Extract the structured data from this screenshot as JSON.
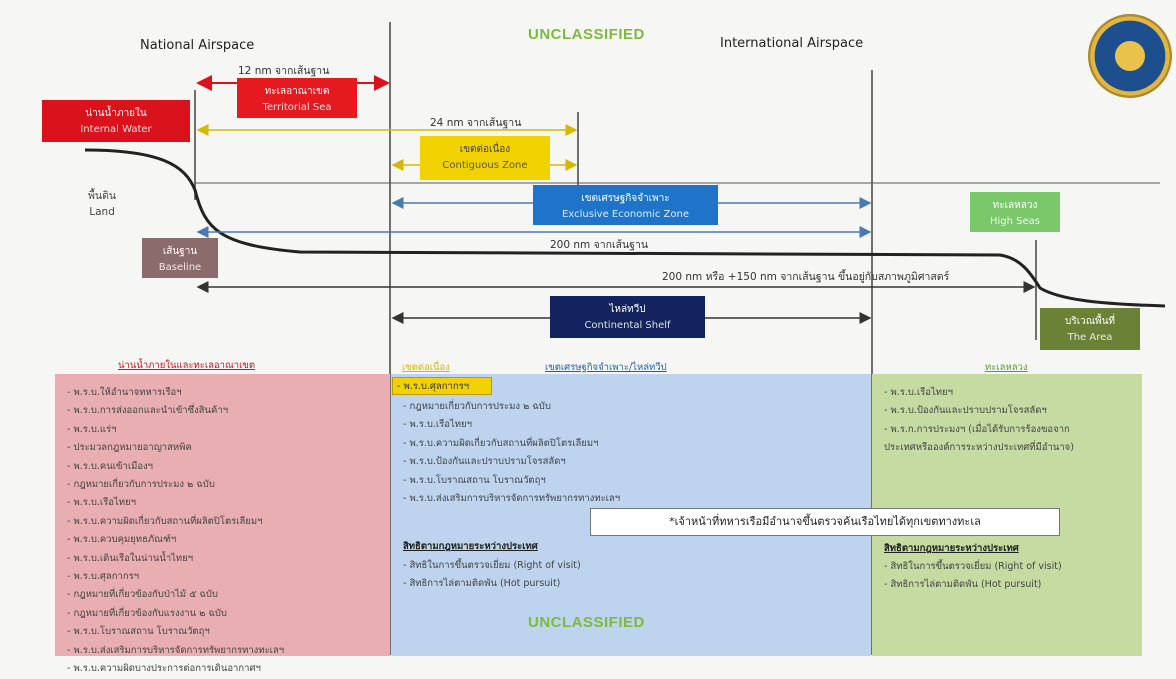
{
  "header": {
    "national": "National Airspace",
    "international": "International Airspace",
    "classification_top": "UNCLASSIFIED",
    "classification_bottom": "UNCLASSIFIED"
  },
  "measures": {
    "nm12": "12 nm จากเส้นฐาน",
    "nm24": "24 nm จากเส้นฐาน",
    "nm200": "200 nm จากเส้นฐาน",
    "nm350": "200 nm หรือ +150 nm จากเส้นฐาน ขึ้นอยู่กับสภาพภูมิศาสตร์"
  },
  "zones": {
    "internal_water": {
      "th": "น่านน้ำภายใน",
      "en": "Internal Water"
    },
    "territorial_sea": {
      "th": "ทะเลอาณาเขต",
      "en": "Territorial Sea"
    },
    "contiguous": {
      "th": "เขตต่อเนื่อง",
      "en": "Contiguous Zone"
    },
    "eez": {
      "th": "เขตเศรษฐกิจจำเพาะ",
      "en": "Exclusive Economic Zone"
    },
    "high_seas": {
      "th": "ทะเลหลวง",
      "en": "High Seas"
    },
    "baseline": {
      "th": "เส้นฐาน",
      "en": "Baseline"
    },
    "shelf": {
      "th": "ไหล่ทวีป",
      "en": "Continental Shelf"
    },
    "area": {
      "th": "บริเวณพื้นที่",
      "en": "The Area"
    },
    "land": {
      "th": "พื้นดิน",
      "en": "Land"
    }
  },
  "panels": {
    "internal": {
      "heading": "น่านน้ำภายในและทะเลอาณาเขต",
      "items": [
        "- พ.ร.บ.ให้อำนาจทหารเรือฯ",
        "- พ.ร.บ.การส่งออกและนำเข้าซึ่งสินค้าฯ",
        "- พ.ร.บ.แร่ฯ",
        "- ประมวลกฎหมายอาญาสหพิค",
        "- พ.ร.บ.คนเข้าเมืองฯ",
        "- กฎหมายเกี่ยวกับการประมง ๒ ฉบับ",
        "- พ.ร.บ.เรือไทยฯ",
        "- พ.ร.บ.ความผิดเกี่ยวกับสถานที่ผลิตปิโตรเลียมฯ",
        "- พ.ร.บ.ควบคุมยุทธภัณฑ์ฯ",
        "- พ.ร.บ.เดินเรือในน่านน้ำไทยฯ",
        "- พ.ร.บ.ศุลกากรฯ",
        "- กฎหมายที่เกี่ยวข้องกับป่าไม้ ๕ ฉบับ",
        "- กฎหมายที่เกี่ยวข้องกับแรงงาน ๒ ฉบับ",
        "- พ.ร.บ.โบราณสถาน โบราณวัตถุฯ",
        "- พ.ร.บ.ส่งเสริมการบริหารจัดการทรัพยากรทางทะเลฯ",
        "- พ.ร.บ.ความผิดบางประการต่อการเดินอากาศฯ"
      ]
    },
    "contiguous_heading": "เขตต่อเนื่อง",
    "eez_heading": "เขตเศรษฐกิจจำเพาะ/ไหล่ทวีป",
    "customs_tag": "- พ.ร.บ.ศุลกากรฯ",
    "eez": {
      "items": [
        "- กฎหมายเกี่ยวกับการประมง ๒ ฉบับ",
        "- พ.ร.บ.เรือไทยฯ",
        "- พ.ร.บ.ความผิดเกี่ยวกับสถานที่ผลิตปิโตรเลียมฯ",
        "- พ.ร.บ.ป้องกันและปราบปรามโจรสลัดฯ",
        "- พ.ร.บ.โบราณสถาน โบราณวัตถุฯ",
        "- พ.ร.บ.ส่งเสริมการบริหารจัดการทรัพยากรทางทะเลฯ"
      ],
      "rights_heading": "สิทธิตามกฎหมายระหว่างประเทศ",
      "rights": [
        "- สิทธิในการขึ้นตรวจเยี่ยม (Right of visit)",
        "- สิทธิการไล่ตามติดพัน (Hot pursuit)"
      ]
    },
    "high_seas": {
      "heading": "ทะเลหลวง",
      "items": [
        "- พ.ร.บ.เรือไทยฯ",
        "- พ.ร.บ.ป้องกันและปราบปรามโจรสลัดฯ",
        "- พ.ร.ก.การประมงฯ (เมื่อได้รับการร้องขอจาก",
        "ประเทศหรือองค์การระหว่างประเทศที่มีอำนาจ)"
      ],
      "rights_heading": "สิทธิตามกฎหมายระหว่างประเทศ",
      "rights": [
        "- สิทธิในการขึ้นตรวจเยี่ยม (Right of visit)",
        "- สิทธิการไล่ตามติดพัน (Hot pursuit)"
      ]
    }
  },
  "note": "*เจ้าหน้าที่ทหารเรือมีอำนาจขึ้นตรวจค้นเรือไทยได้ทุกเขตทางทะเล",
  "colors": {
    "red": "#d9121b",
    "yellow": "#f1d200",
    "blue": "#1f74c9",
    "navy": "#13235e",
    "green_light": "#7bc86a",
    "olive": "#6b8135",
    "baseline": "#8b6b6b",
    "panel_red": "#e9aeb1",
    "panel_blue": "#bdd3ee",
    "panel_green": "#c5dba2",
    "arrow": "#4a7ab0",
    "arrow_red": "#d9121b",
    "class_green": "#7dbb3c"
  }
}
